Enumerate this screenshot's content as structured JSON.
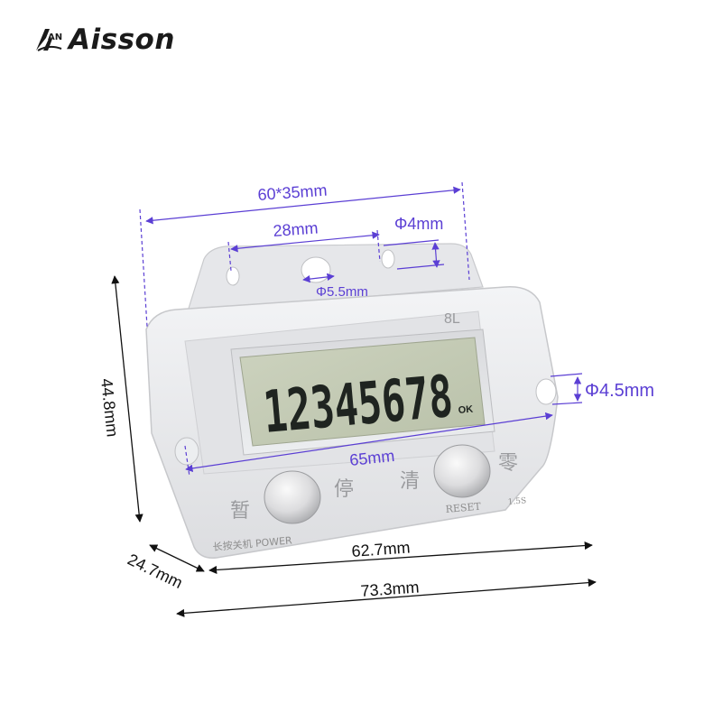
{
  "brand": {
    "name": "Aisson",
    "logo_letters": "AN",
    "logo_icon": "aisson-logo-icon"
  },
  "device": {
    "display_digits": "12345678",
    "display_status": "OK",
    "model_mark": "8L",
    "button_left": {
      "chars": [
        "暂",
        "停"
      ],
      "label": "长按关机 POWER"
    },
    "button_right": {
      "chars": [
        "清",
        "零"
      ],
      "label": "RESET",
      "note": "1.5S"
    }
  },
  "dimensions": {
    "width_top": "60*35mm",
    "hole_spacing": "28mm",
    "hole_small": "Φ4mm",
    "hole_center": "Φ5.5mm",
    "hole_side": "Φ4.5mm",
    "height": "44.8mm",
    "depth": "24.7mm",
    "front_width": "62.7mm",
    "total_width": "73.3mm",
    "hole_span": "65mm"
  },
  "colors": {
    "dimension_line": "#5b3fd4",
    "lcd_bg": "#c3cbb4",
    "body": "#e9eaec",
    "label_text": "#8d8d8d"
  }
}
